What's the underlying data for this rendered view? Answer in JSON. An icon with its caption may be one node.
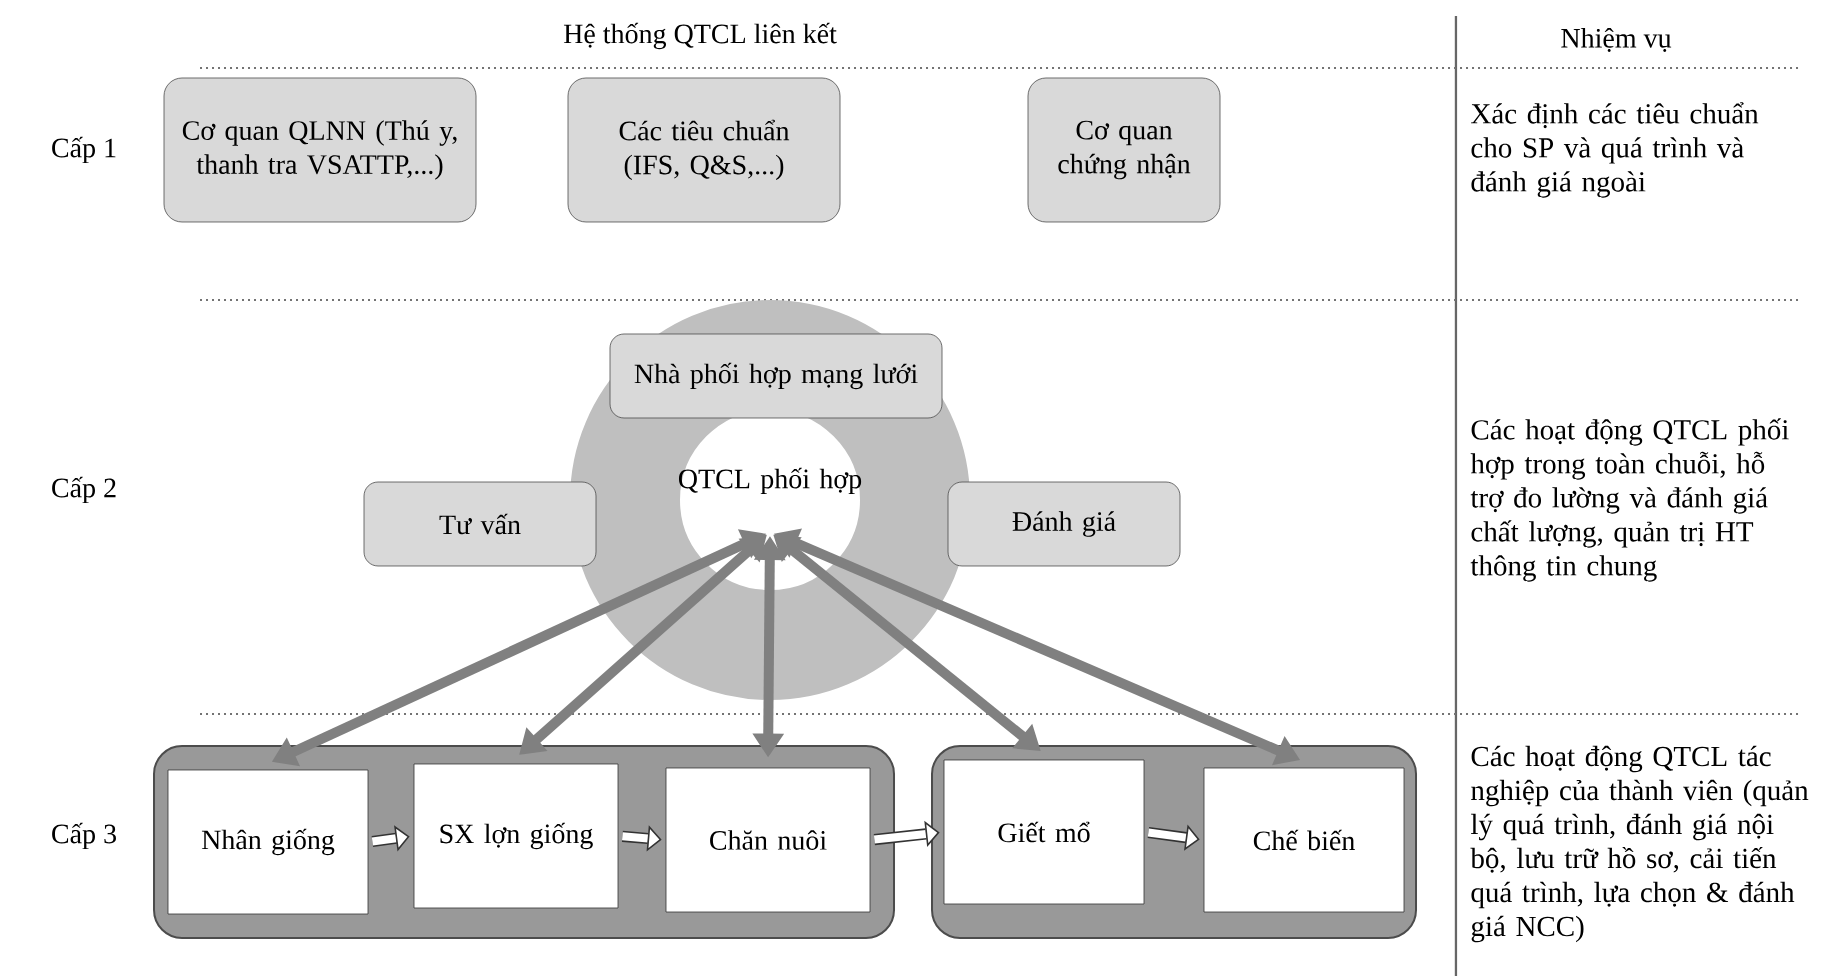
{
  "diagram": {
    "nodes": [
      {
        "text": [
          "Cơ quan QLNN (Thú y, thanh tra VSATTP,...)"
        ]
      },
      {
        "text": [
          "Các tiêu chuẩn (IFS, Q&S,...)"
        ]
      },
      {
        "text": [
          "Cơ quan chứng nhận"
        ]
      },
      {
        "text": [
          "QTCL phối hợp"
        ]
      },
      {
        "text": [
          "Nhà phối hợp mạng lưới"
        ]
      },
      {
        "text": [
          "Tư vấn"
        ]
      },
      {
        "text": [
          "Đánh giá"
        ]
      },
      {
        "text": [],
        "shape": "box"
      },
      {
        "text": [],
        "shape": "box"
      },
      {
        "text": [
          "Nhân giống"
        ],
        "in": 7
      },
      {
        "text": [
          "SX lợn giống"
        ],
        "in": 7
      },
      {
        "text": [
          "Chăn nuôi"
        ],
        "in": 7
      },
      {
        "text": [
          "Giết mổ"
        ],
        "in": 8
      },
      {
        "text": [
          "Chế biến"
        ],
        "in": 8
      }
    ],
    "edges": [
      {
        "from": 3,
        "to": 9,
        "arrow": "both"
      },
      {
        "from": 3,
        "to": 10,
        "arrow": "both"
      },
      {
        "from": 3,
        "to": 11,
        "arrow": "both"
      },
      {
        "from": 3,
        "to": 12,
        "arrow": "both"
      },
      {
        "from": 3,
        "to": 13,
        "arrow": "both"
      },
      {
        "from": 9,
        "to": 10,
        "arrow": "to"
      },
      {
        "from": 10,
        "to": 11,
        "arrow": "to"
      },
      {
        "from": 11,
        "to": 12,
        "arrow": "to"
      },
      {
        "from": 12,
        "to": 13,
        "arrow": "to"
      }
    ],
    "labels": [
      "Hệ thống QTCL liên kết",
      "Nhiệm vụ",
      "Cấp 1",
      "Xác định các tiêu chuẩn cho SP và quá trình và đánh giá ngoài",
      "Cấp 2",
      "Các hoạt động QTCL phối hợp trong toàn chuỗi, hỗ trợ đo lường và đánh giá chất lượng, quản trị HT thông tin chung",
      "Cấp 3",
      "Các hoạt động QTCL tác nghiệp của thành viên (quản lý quá trình, đánh giá nội bộ, lưu trữ hồ sơ, cải tiến quá trình, lựa chọn & đánh giá NCC)"
    ]
  }
}
